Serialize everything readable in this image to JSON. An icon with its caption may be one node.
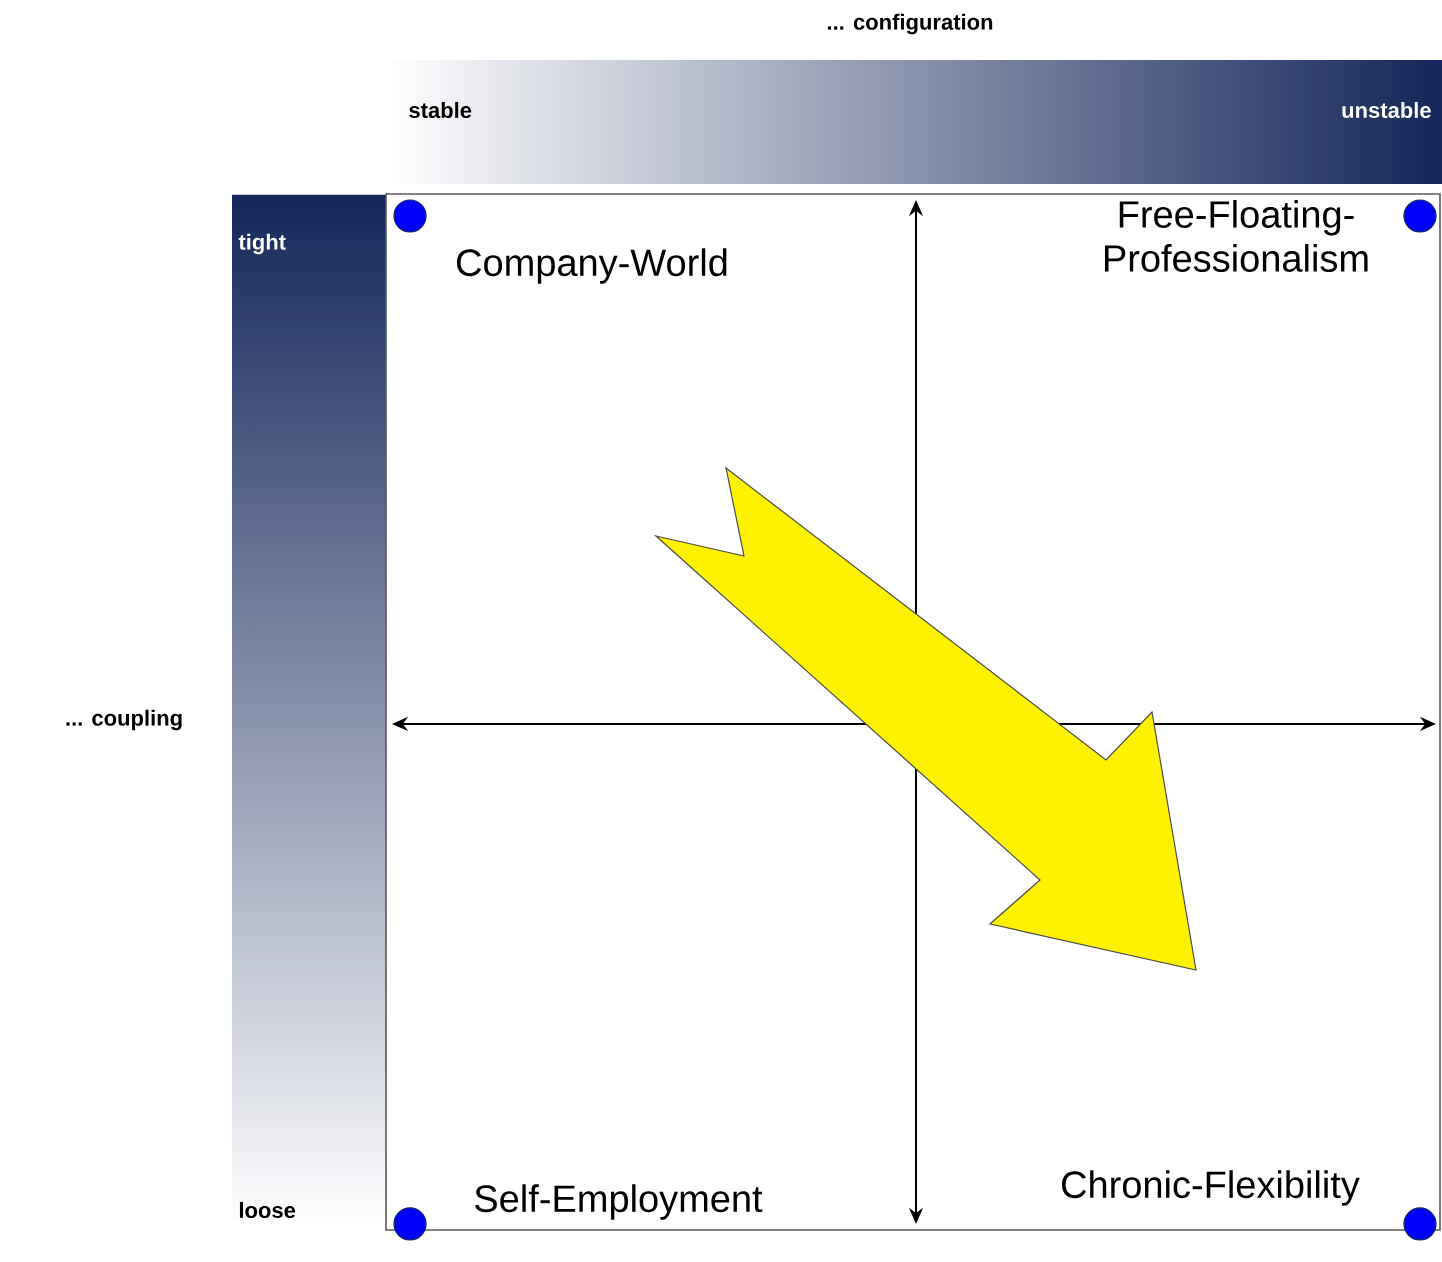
{
  "diagram": {
    "labels": [
      "... configuration",
      "stable",
      "unstable",
      "tight",
      "Company-World",
      "Free-Floating-Professionalism",
      "... coupling",
      "Self-Employment",
      "Chronic-Flexibility",
      "loose"
    ]
  }
}
